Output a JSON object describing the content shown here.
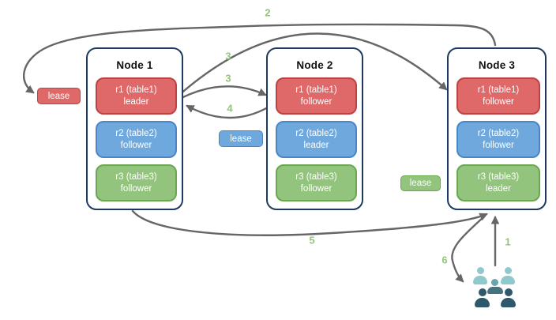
{
  "diagram": {
    "nodes": [
      {
        "title": "Node 1",
        "replicas": [
          {
            "name": "r1 (table1)",
            "role": "leader",
            "color": "red"
          },
          {
            "name": "r2 (table2)",
            "role": "follower",
            "color": "blue"
          },
          {
            "name": "r3 (table3)",
            "role": "follower",
            "color": "green"
          }
        ]
      },
      {
        "title": "Node 2",
        "replicas": [
          {
            "name": "r1 (table1)",
            "role": "follower",
            "color": "red"
          },
          {
            "name": "r2 (table2)",
            "role": "leader",
            "color": "blue"
          },
          {
            "name": "r3 (table3)",
            "role": "follower",
            "color": "green"
          }
        ]
      },
      {
        "title": "Node 3",
        "replicas": [
          {
            "name": "r1 (table1)",
            "role": "follower",
            "color": "red"
          },
          {
            "name": "r2 (table2)",
            "role": "follower",
            "color": "blue"
          },
          {
            "name": "r3 (table3)",
            "role": "leader",
            "color": "green"
          }
        ]
      }
    ],
    "leases": [
      {
        "label": "lease",
        "color": "red"
      },
      {
        "label": "lease",
        "color": "blue"
      },
      {
        "label": "lease",
        "color": "green"
      }
    ],
    "steps": {
      "s1": "1",
      "s2": "2",
      "s3a": "3",
      "s3b": "3",
      "s4": "4",
      "s5": "5",
      "s6": "6"
    },
    "colors": {
      "arrow": "#666666",
      "step_label": "#93c47d",
      "node_border": "#1f3a5f",
      "red": {
        "fill": "#df6868",
        "border": "#c04141"
      },
      "blue": {
        "fill": "#6fa8dc",
        "border": "#4a86c6"
      },
      "green": {
        "fill": "#93c47d",
        "border": "#6aa84f"
      },
      "people_light": "#8fc9cd",
      "people_mid_head": "#66a5ae",
      "people_mid_body": "#457380",
      "people_dark": "#2e586c"
    }
  }
}
